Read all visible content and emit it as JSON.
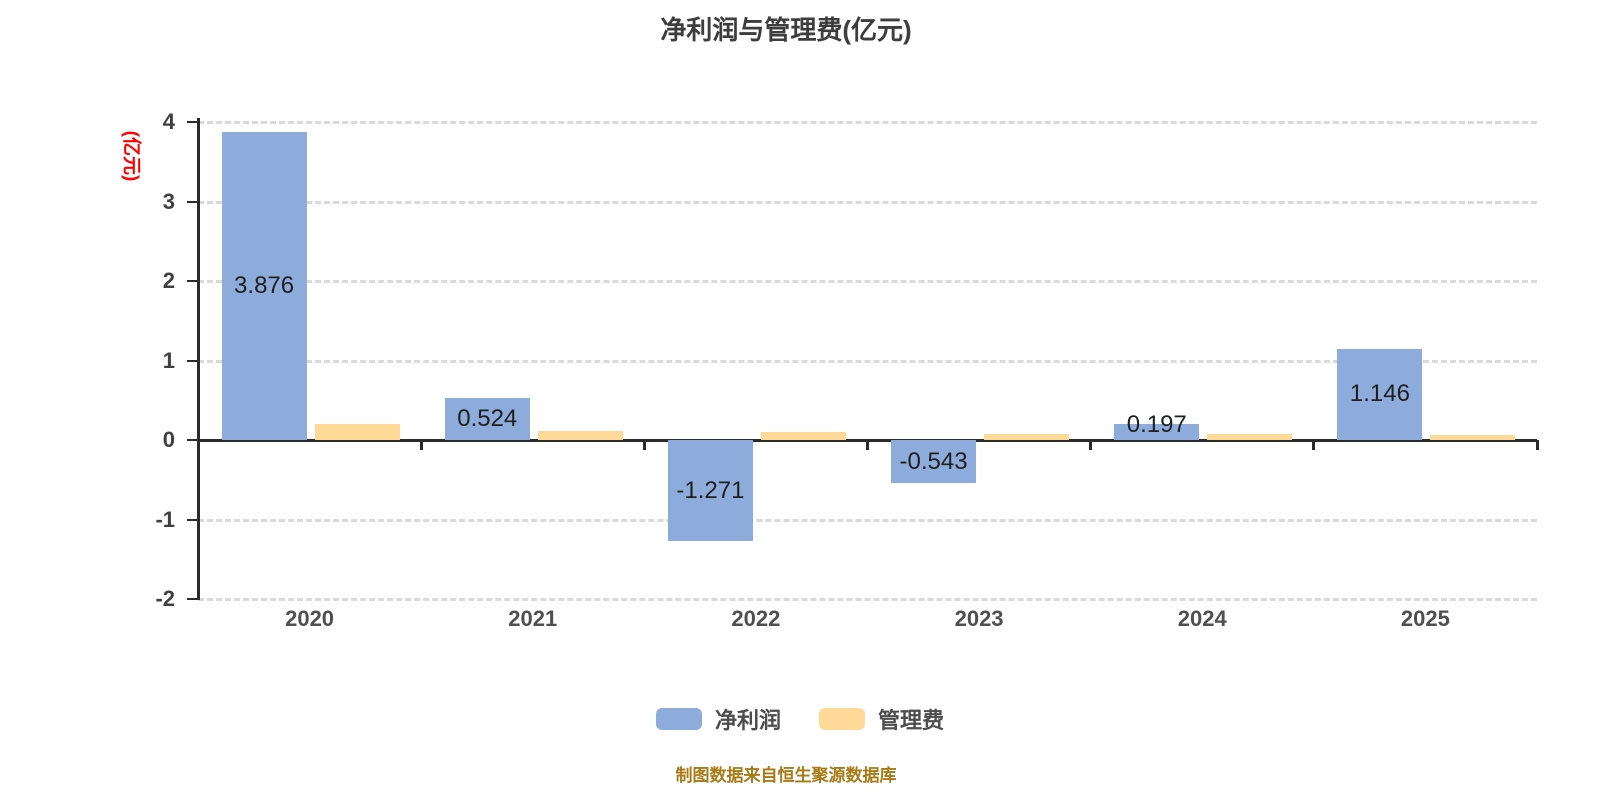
{
  "title": "净利润与管理费(亿元)",
  "source_note": "制图数据来自恒生聚源数据库",
  "chart_data": {
    "type": "bar",
    "title": "净利润与管理费(亿元)",
    "categories": [
      "2020",
      "2021",
      "2022",
      "2023",
      "2024",
      "2025"
    ],
    "series": [
      {
        "name": "净利润",
        "color": "#8dacdb",
        "values": [
          3.876,
          0.524,
          -1.271,
          -0.543,
          0.197,
          1.146
        ],
        "labels": [
          "3.876",
          "0.524",
          "-1.271",
          "-0.543",
          "0.197",
          "1.146"
        ],
        "show_labels": true
      },
      {
        "name": "管理费",
        "color": "#ffd998",
        "values": [
          0.2,
          0.11,
          0.1,
          0.07,
          0.07,
          0.06
        ],
        "labels": [],
        "show_labels": false
      }
    ],
    "ylabel": "(亿元)",
    "ylabel_color": "#ff0000",
    "yticks": [
      4,
      3,
      2,
      1,
      0,
      -1,
      -2
    ],
    "ylim": [
      -2,
      4
    ],
    "grid": "dashed-horizontal",
    "legend_position": "bottom",
    "legend": [
      "净利润",
      "管理费"
    ]
  }
}
